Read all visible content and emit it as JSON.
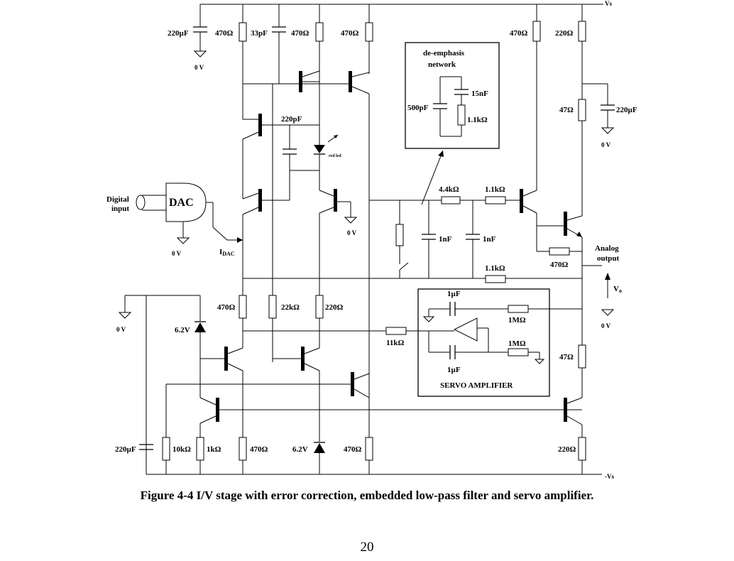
{
  "labels": {
    "vs": "Vs",
    "neg_vs": "-Vs",
    "c220uf_top": "220µF",
    "r470_1": "470Ω",
    "c33pf": "33pF",
    "r470_2": "470Ω",
    "r470_3": "470Ω",
    "r470_4": "470Ω",
    "r220_top": "220Ω",
    "zero_v_1": "0 V",
    "deemph_title": "de-emphasis network",
    "deemph_line1": "de-emphasis",
    "deemph_line2": "network",
    "c15nf": "15nF",
    "c500pf": "500pF",
    "r1k1_deemph": "1.1kΩ",
    "r47_top": "47Ω",
    "c220uf_right": "220µF",
    "zero_v_right": "0 V",
    "c220pf": "220pF",
    "red_led": "red led",
    "digital_input_1": "Digital",
    "digital_input_2": "input",
    "dac": "DAC",
    "r4k4": "4.4kΩ",
    "r1k1_a": "1.1kΩ",
    "zero_v_dac": "0 V",
    "idac_main": "I",
    "idac_sub": "DAC",
    "zero_v_mid": "0 V",
    "c1nf_a": "1nF",
    "c1nf_b": "1nF",
    "analog_out_1": "Analog",
    "analog_out_2": "output",
    "r470_out": "470Ω",
    "r1k1_b": "1.1kΩ",
    "vo_main": "V",
    "vo_sub": "o",
    "c1uf_a": "1µF",
    "r470_5": "470Ω",
    "r22k": "22kΩ",
    "r220_mid": "220Ω",
    "r1m_a": "1MΩ",
    "zero_v_left": "0 V",
    "zero_v_right2": "0 V",
    "z62_a": "6.2V",
    "r11k": "11kΩ",
    "r1m_b": "1MΩ",
    "r47_bot": "47Ω",
    "c1uf_b": "1µF",
    "servo": "SERVO AMPLIFIER",
    "c220uf_bot": "220µF",
    "r10k": "10kΩ",
    "r1k": "1kΩ",
    "r470_6": "470Ω",
    "z62_b": "6.2V",
    "r470_7": "470Ω",
    "r220_bot": "220Ω"
  },
  "caption": "Figure 4-4  I/V stage with error correction, embedded low-pass filter and servo amplifier.",
  "page_number": "20"
}
